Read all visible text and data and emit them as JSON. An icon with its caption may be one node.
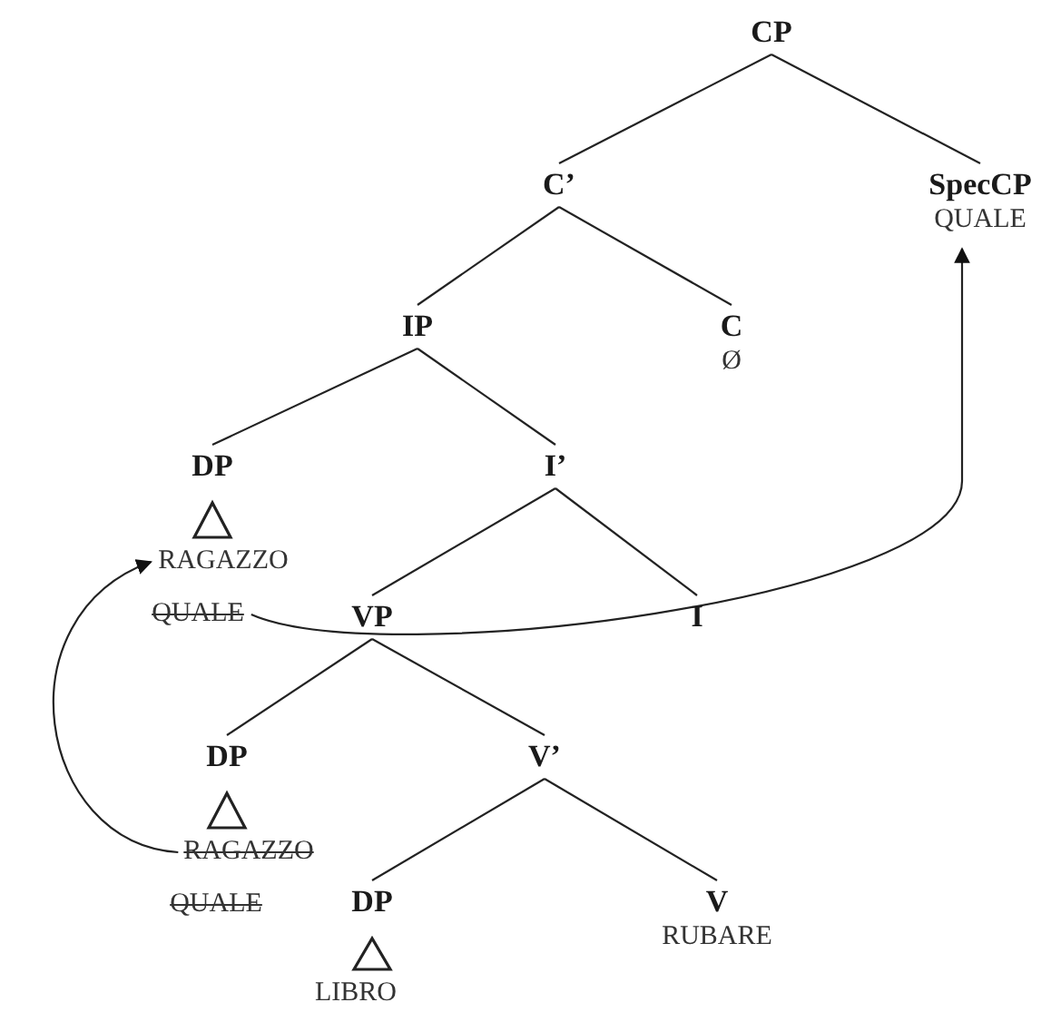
{
  "diagram": {
    "nodes": [
      {
        "text": [
          "CP"
        ]
      },
      {
        "text": [
          "C’"
        ]
      },
      {
        "text": [
          "SpecCP",
          "QUALE"
        ]
      },
      {
        "text": [
          "IP"
        ]
      },
      {
        "text": [
          "C",
          "Ø"
        ]
      },
      {
        "text": [
          "DP"
        ]
      },
      {
        "text": [
          "RAGAZZO"
        ]
      },
      {
        "text": [
          "QUALE"
        ]
      },
      {
        "text": [
          "I’"
        ]
      },
      {
        "text": [
          "VP"
        ]
      },
      {
        "text": [
          "I"
        ]
      },
      {
        "text": [
          "DP"
        ]
      },
      {
        "text": [
          "V’"
        ]
      },
      {
        "text": [
          "RAGAZZO"
        ]
      },
      {
        "text": [
          "QUALE"
        ]
      },
      {
        "text": [
          "DP"
        ]
      },
      {
        "text": [
          "V",
          "RUBARE"
        ]
      },
      {
        "text": [
          "LIBRO"
        ]
      }
    ],
    "edges": [
      {
        "from": 0,
        "to": 1,
        "arrow": "none"
      },
      {
        "from": 0,
        "to": 2,
        "arrow": "none"
      },
      {
        "from": 1,
        "to": 3,
        "arrow": "none"
      },
      {
        "from": 1,
        "to": 4,
        "arrow": "none"
      },
      {
        "from": 3,
        "to": 5,
        "arrow": "none"
      },
      {
        "from": 3,
        "to": 8,
        "arrow": "none"
      },
      {
        "from": 8,
        "to": 9,
        "arrow": "none"
      },
      {
        "from": 8,
        "to": 10,
        "arrow": "none"
      },
      {
        "from": 9,
        "to": 11,
        "arrow": "none"
      },
      {
        "from": 9,
        "to": 12,
        "arrow": "none"
      },
      {
        "from": 12,
        "to": 15,
        "arrow": "none"
      },
      {
        "from": 12,
        "to": 16,
        "arrow": "none"
      },
      {
        "from": 13,
        "to": 6,
        "arrow": "to"
      },
      {
        "from": 7,
        "to": 2,
        "arrow": "to"
      },
      {
        "from": 6,
        "to": 5,
        "arrow": "to"
      },
      {
        "from": 13,
        "to": 11,
        "arrow": "to"
      },
      {
        "from": 17,
        "to": 15,
        "arrow": "to"
      }
    ]
  }
}
